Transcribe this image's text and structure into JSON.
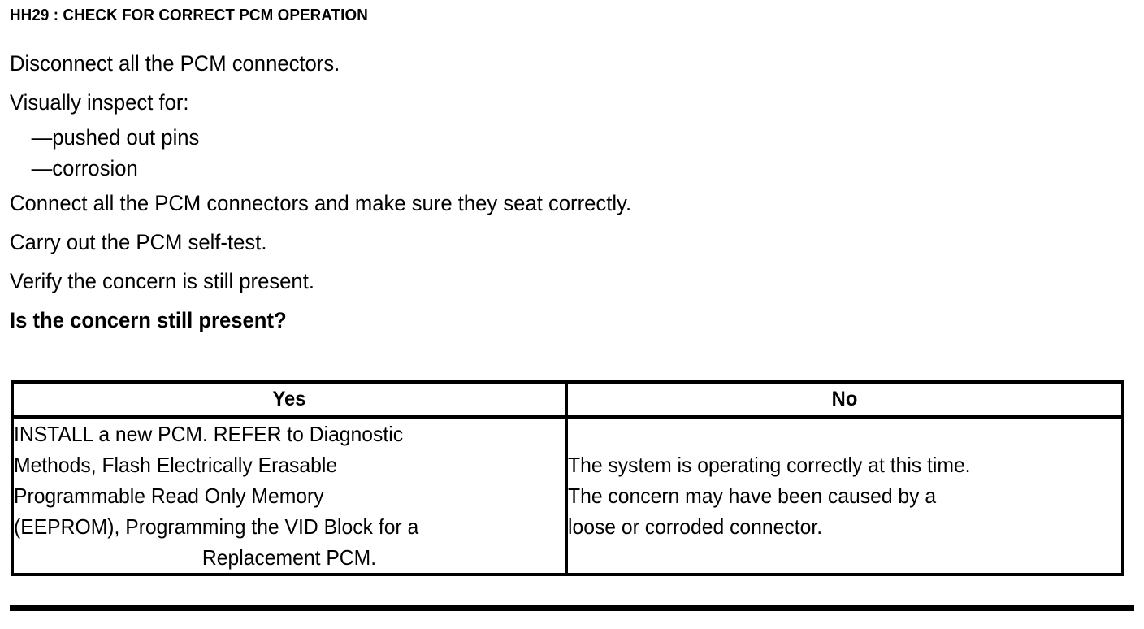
{
  "document": {
    "step_id": "HH29",
    "title": "HH29 : CHECK FOR CORRECT PCM OPERATION"
  },
  "instructions": {
    "lines": [
      {
        "text": "Disconnect all the PCM connectors.",
        "style": "normal",
        "indent": false
      },
      {
        "text": "Visually inspect for:",
        "style": "normal",
        "indent": false
      },
      {
        "text": "—pushed out pins",
        "style": "normal",
        "indent": true
      },
      {
        "text": "—corrosion",
        "style": "normal",
        "indent": true
      },
      {
        "text": "Connect all the PCM connectors and make sure they seat correctly.",
        "style": "normal",
        "indent": false
      },
      {
        "text": "Carry out the PCM self-test.",
        "style": "normal",
        "indent": false
      },
      {
        "text": "Verify the concern is still present.",
        "style": "normal",
        "indent": false
      },
      {
        "text": "Is the concern still present?",
        "style": "bold",
        "indent": false
      }
    ],
    "line_0": "Disconnect all the PCM connectors.",
    "line_1": "Visually inspect for:",
    "line_2": "—pushed out pins",
    "line_3": "—corrosion",
    "line_4": "Connect all the PCM connectors and make sure they seat correctly.",
    "line_5": "Carry out the PCM self-test.",
    "line_6": "Verify the concern is still present.",
    "question": "Is the concern still present?"
  },
  "decision_table": {
    "headers": {
      "yes": "Yes",
      "no": "No"
    },
    "yes_cell": {
      "lines": [
        "INSTALL a new PCM. REFER to Diagnostic",
        "Methods, Flash Electrically Erasable",
        "Programmable Read Only Memory",
        "(EEPROM), Programming the VID Block for a",
        "Replacement PCM."
      ],
      "line_0": "INSTALL a new PCM. REFER to Diagnostic",
      "line_1": "Methods, Flash Electrically Erasable",
      "line_2": "Programmable Read Only Memory",
      "line_3": "(EEPROM), Programming the VID Block for a",
      "line_4": "Replacement PCM."
    },
    "no_cell": {
      "lines": [
        "The system is operating correctly at this time.",
        "The concern may have been caused by a",
        "loose or corroded connector."
      ],
      "line_0": "The system is operating correctly at this time.",
      "line_1": "The concern may have been caused by a",
      "line_2": "loose or corroded connector."
    }
  },
  "colors": {
    "text": "#000000",
    "background": "#ffffff",
    "rule": "#000000"
  }
}
